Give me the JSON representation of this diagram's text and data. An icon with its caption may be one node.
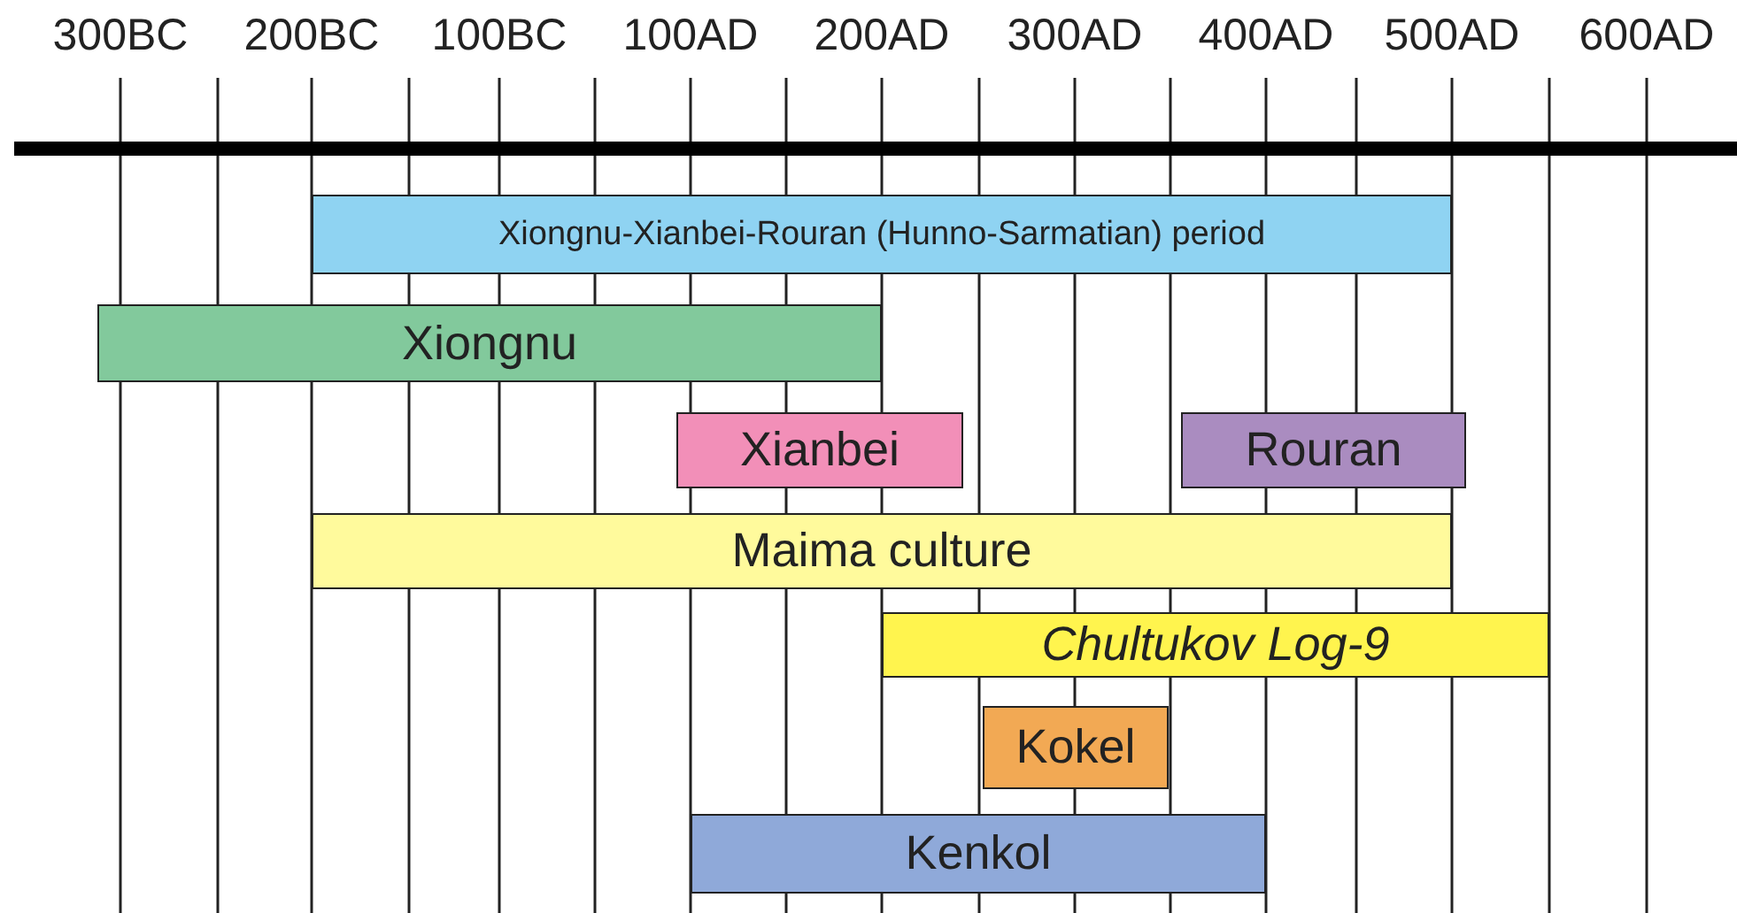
{
  "diagram": {
    "nodes": [
      {
        "text": [
          "Xiongnu-Xianbei-Rouran (Hunno-Sarmatian) period"
        ]
      },
      {
        "text": [
          "Xiongnu"
        ]
      },
      {
        "text": [
          "Xianbei"
        ]
      },
      {
        "text": [
          "Rouran"
        ]
      },
      {
        "text": [
          "Maima culture"
        ]
      },
      {
        "text": [
          "Chultukov Log-9"
        ]
      },
      {
        "text": [
          "Kokel"
        ]
      },
      {
        "text": [
          "Kenkol"
        ]
      }
    ],
    "labels": [
      "300BC",
      "200BC",
      "100BC",
      "100AD",
      "200AD",
      "300AD",
      "400AD",
      "500AD",
      "600AD"
    ]
  }
}
